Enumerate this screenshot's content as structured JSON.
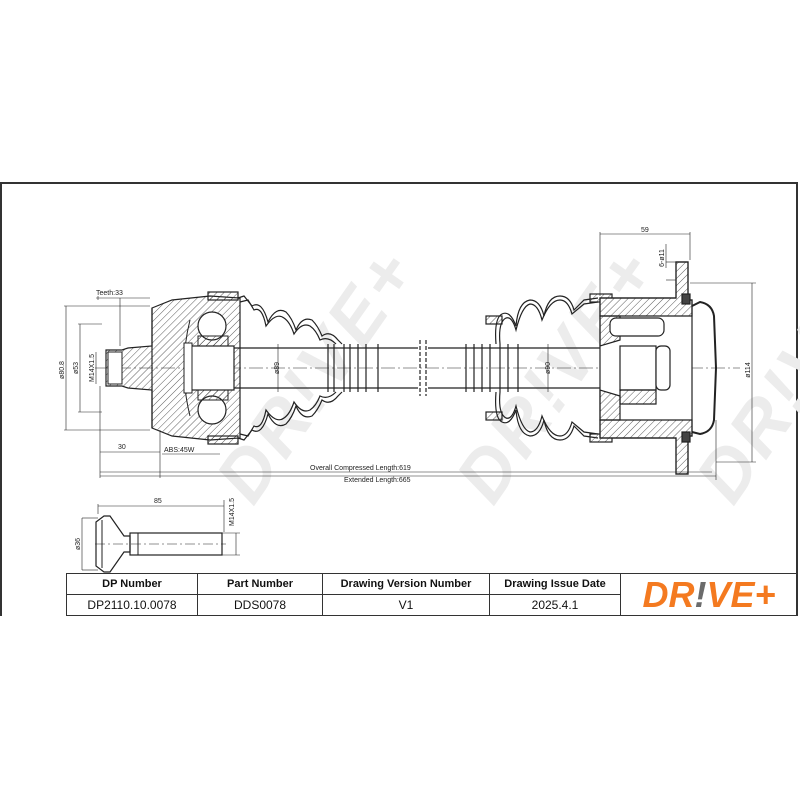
{
  "drawing": {
    "title": "Drive shaft technical drawing",
    "watermark": "DR!VE+",
    "dimensions": {
      "teeth": "Teeth:33",
      "outer_dia": "ø80.8",
      "spline_dia": "ø53",
      "thread_outer": "M14X1.5",
      "offset_30": "30",
      "abs_label": "ABS:45W",
      "shaft_dia_left": "ø89",
      "shaft_dia_right": "ø90",
      "flange_width": "59",
      "bolt_holes": "6-ø11",
      "flange_dia": "ø114",
      "compressed_length": "Overall Compressed Length:619",
      "extended_length": "Extended Length:665"
    },
    "bolt_detail": {
      "length": "85",
      "head_dia": "ø36",
      "thread": "M14X1.5"
    }
  },
  "title_block": {
    "headers": [
      "DP Number",
      "Part Number",
      "Drawing Version Number",
      "Drawing Issue Date"
    ],
    "values": [
      "DP2110.10.0078",
      "DDS0078",
      "V1",
      "2025.4.1"
    ],
    "logo": {
      "prefix": "DR",
      "bang": "!",
      "suffix": "VE+",
      "color": "#f47a20",
      "bang_color": "#6b6b6b"
    }
  }
}
